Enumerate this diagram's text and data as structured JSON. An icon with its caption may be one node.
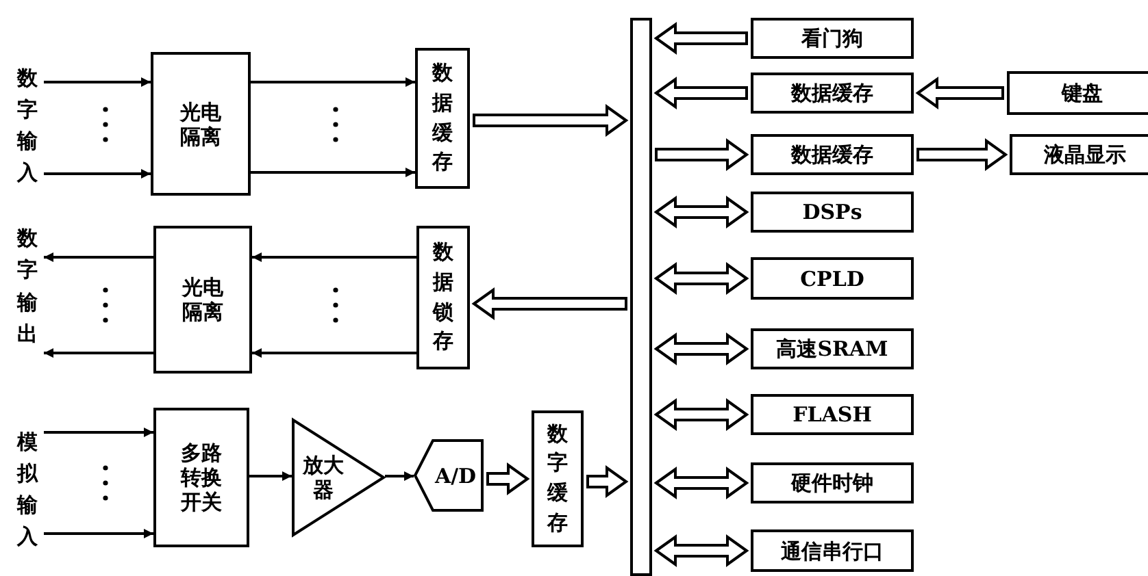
{
  "diagram": {
    "nodes": [
      {
        "text": [
          "数字输入"
        ]
      },
      {
        "text": [
          "光电隔离"
        ]
      },
      {
        "text": [
          "数据缓存"
        ]
      },
      {
        "text": [
          "数字输出"
        ]
      },
      {
        "text": [
          "光电隔离"
        ]
      },
      {
        "text": [
          "数据锁存"
        ]
      },
      {
        "text": [
          "模拟输入"
        ]
      },
      {
        "text": [
          "多路转换开关"
        ]
      },
      {
        "text": [
          "放大器"
        ]
      },
      {
        "text": [
          "A/D"
        ]
      },
      {
        "text": [
          "数字缓存"
        ]
      },
      {
        "text": [],
        "shape": "bar"
      },
      {
        "text": [
          "看门狗"
        ]
      },
      {
        "text": [
          "数据缓存"
        ]
      },
      {
        "text": [
          "键盘"
        ]
      },
      {
        "text": [
          "数据缓存"
        ]
      },
      {
        "text": [
          "液晶显示"
        ]
      },
      {
        "text": [
          "DSPs"
        ]
      },
      {
        "text": [
          "CPLD"
        ]
      },
      {
        "text": [
          "高速SRAM"
        ]
      },
      {
        "text": [
          "FLASH"
        ]
      },
      {
        "text": [
          "硬件时钟"
        ]
      },
      {
        "text": [
          "通信串行口"
        ]
      }
    ],
    "edges": [
      {
        "from": 0,
        "to": 1,
        "arrow": "to"
      },
      {
        "from": 0,
        "to": 1,
        "arrow": "to"
      },
      {
        "from": 1,
        "to": 2,
        "arrow": "to"
      },
      {
        "from": 1,
        "to": 2,
        "arrow": "to"
      },
      {
        "from": 5,
        "to": 4,
        "arrow": "to"
      },
      {
        "from": 5,
        "to": 4,
        "arrow": "to"
      },
      {
        "from": 4,
        "to": 3,
        "arrow": "to"
      },
      {
        "from": 4,
        "to": 3,
        "arrow": "to"
      },
      {
        "from": 6,
        "to": 7,
        "arrow": "to"
      },
      {
        "from": 6,
        "to": 7,
        "arrow": "to"
      },
      {
        "from": 7,
        "to": 8,
        "arrow": "to"
      },
      {
        "from": 8,
        "to": 9,
        "arrow": "to"
      },
      {
        "from": 9,
        "to": 10,
        "arrow": "to",
        "style": "thick"
      },
      {
        "from": 10,
        "to": 11,
        "arrow": "to",
        "style": "thick"
      },
      {
        "from": 2,
        "to": 11,
        "arrow": "to",
        "style": "thick"
      },
      {
        "from": 11,
        "to": 5,
        "arrow": "to",
        "style": "thick"
      },
      {
        "from": 12,
        "to": 11,
        "arrow": "to",
        "style": "thick"
      },
      {
        "from": 13,
        "to": 11,
        "arrow": "to",
        "style": "thick"
      },
      {
        "from": 14,
        "to": 13,
        "arrow": "to",
        "style": "thick"
      },
      {
        "from": 11,
        "to": 15,
        "arrow": "to",
        "style": "thick"
      },
      {
        "from": 15,
        "to": 16,
        "arrow": "to",
        "style": "thick"
      },
      {
        "from": 11,
        "to": 17,
        "arrow": "both",
        "style": "thick"
      },
      {
        "from": 11,
        "to": 18,
        "arrow": "both",
        "style": "thick"
      },
      {
        "from": 11,
        "to": 19,
        "arrow": "both",
        "style": "thick"
      },
      {
        "from": 11,
        "to": 20,
        "arrow": "both",
        "style": "thick"
      },
      {
        "from": 11,
        "to": 21,
        "arrow": "both",
        "style": "thick"
      },
      {
        "from": 11,
        "to": 22,
        "arrow": "both",
        "style": "thick"
      }
    ]
  }
}
